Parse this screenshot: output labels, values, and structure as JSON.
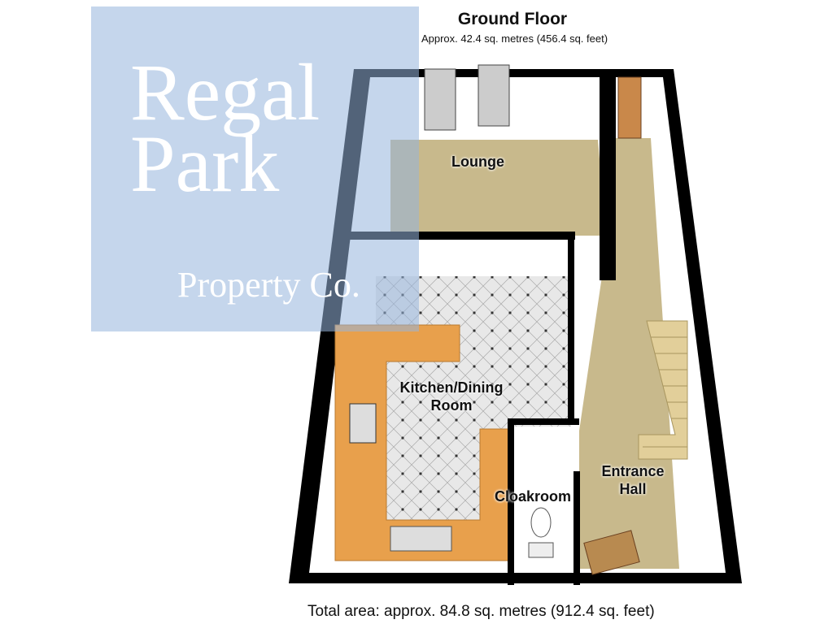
{
  "header": {
    "title": "Ground Floor",
    "area": "Approx. 42.4 sq. metres (456.4 sq. feet)"
  },
  "rooms": {
    "lounge": "Lounge",
    "kitchen_line1": "Kitchen/Dining",
    "kitchen_line2": "Room",
    "cloakroom": "Cloakroom",
    "hall_line1": "Entrance",
    "hall_line2": "Hall"
  },
  "watermark": {
    "line1": "Regal",
    "line2": "Park",
    "line3": "Property Co."
  },
  "footer": {
    "total": "Total area: approx. 84.8 sq. metres (912.4 sq. feet)"
  },
  "colors": {
    "floor": "#c8b98c",
    "tiles": "#e6e6e6",
    "worktop": "#e8a04c",
    "wall": "#000000"
  }
}
